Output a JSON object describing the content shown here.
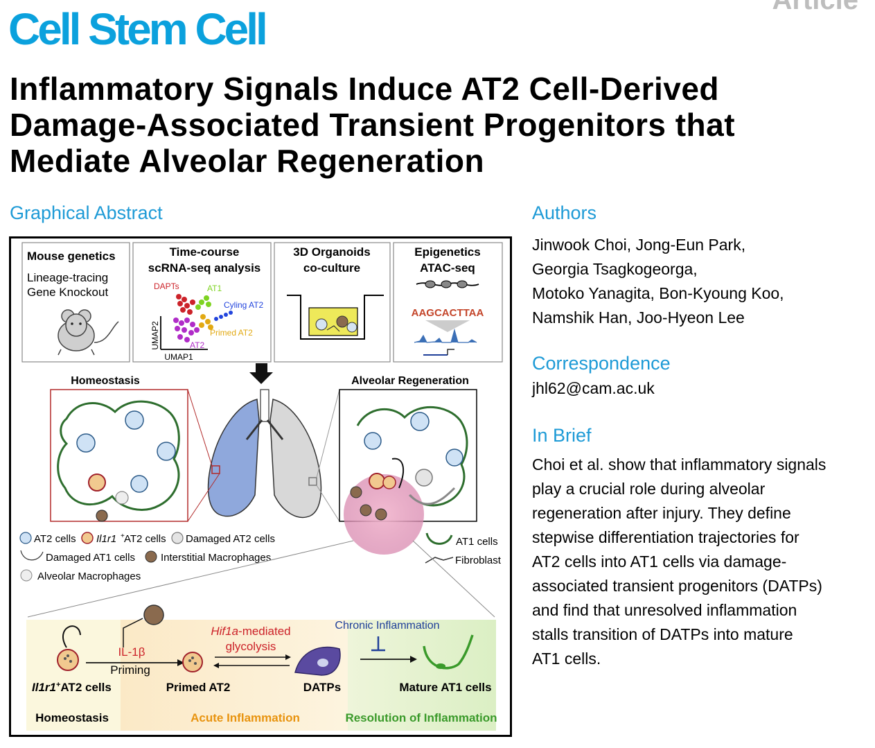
{
  "header": {
    "journal": "Cell Stem Cell",
    "article_type": "Article"
  },
  "title_lines": [
    "Inflammatory Signals Induce AT2 Cell-Derived",
    "Damage-Associated Transient Progenitors that",
    "Mediate Alveolar Regeneration"
  ],
  "graphical_abstract": {
    "heading": "Graphical Abstract",
    "panels": [
      {
        "title": "Mouse genetics",
        "lines": [
          "Lineage-tracing",
          "Gene Knockout"
        ]
      },
      {
        "title_lines": [
          "Time-course",
          "scRNA-seq analysis"
        ],
        "umap": {
          "x_label": "UMAP1",
          "y_label": "UMAP2",
          "clusters": [
            {
              "label": "DAPTs",
              "color": "#cc2229"
            },
            {
              "label": "AT1",
              "color": "#7ed321"
            },
            {
              "label": "Cyling AT2",
              "color": "#2244dd"
            },
            {
              "label": "Primed AT2",
              "color": "#e2a912"
            },
            {
              "label": "AT2",
              "color": "#b02cc8"
            }
          ]
        }
      },
      {
        "title_lines": [
          "3D Organoids",
          "co-culture"
        ]
      },
      {
        "title_lines": [
          "Epigenetics",
          "ATAC-seq"
        ],
        "motif": "AAGCACTTAA"
      }
    ],
    "homeostasis_label": "Homeostasis",
    "regeneration_label": "Alveolar Regeneration",
    "legend": [
      "AT2 cells",
      "Il1r1",
      "+",
      " AT2 cells",
      "Damaged AT2 cells",
      "Damaged AT1 cells",
      "Interstitial Macrophages",
      "Alveolar Macrophages",
      "AT1 cells",
      "Fibroblast"
    ],
    "pathway": {
      "il1b": "IL-1β",
      "priming": "Priming",
      "hif1a": "Hif1a",
      "hif1a_rest": "-mediated",
      "glycolysis": "glycolysis",
      "chronic": "Chronic Inflammation",
      "cell_il1r1": "Il1r1",
      "cell_il1r1_sup": "+",
      "cell_il1r1_rest": "AT2 cells",
      "cell_primed": "Primed AT2",
      "cell_datps": "DATPs",
      "cell_mature": "Mature AT1 cells",
      "stage_homeostasis": "Homeostasis",
      "stage_acute": "Acute Inflammation",
      "stage_resolution": "Resolution of Inflammation"
    }
  },
  "authors": {
    "heading": "Authors",
    "lines": [
      "Jinwook Choi, Jong-Eun Park,",
      "Georgia Tsagkogeorga,",
      "Motoko Yanagita, Bon-Kyoung Koo,",
      "Namshik Han, Joo-Hyeon Lee"
    ]
  },
  "correspondence": {
    "heading": "Correspondence",
    "email": "jhl62@cam.ac.uk"
  },
  "in_brief": {
    "heading": "In Brief",
    "lines": [
      "Choi et al. show that inflammatory signals",
      "play a crucial role during alveolar",
      "regeneration after injury. They define",
      "stepwise differentiation trajectories for",
      "AT2 cells into AT1 cells via damage-",
      "associated transient progenitors (DATPs)",
      "and find that unresolved inflammation",
      "stalls transition of DATPs into mature",
      "AT1 cells."
    ]
  },
  "colors": {
    "brand": "#0ba1dd",
    "section_heading": "#1d9ad6",
    "lung_highlight": "#8fa8dc",
    "alveolus_green": "#3c8a3c",
    "acute_orange": "#e8930e",
    "resolution_green": "#3a9a2a",
    "chronic_blue": "#1f3f99",
    "hif_red": "#cc2229"
  }
}
